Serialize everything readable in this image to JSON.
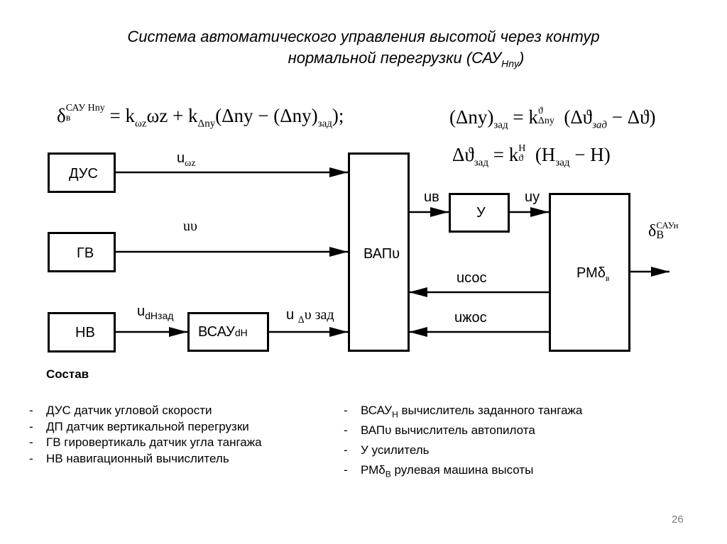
{
  "title": {
    "line1": "Система автоматического управления высотой через контур",
    "line2_main": "нормальной перегрузки (САУ",
    "line2_sub": "Hny",
    "line2_end": ")"
  },
  "formulas": {
    "main": {
      "lhs": "δ",
      "lhs_sub": "в",
      "lhs_sup": "САУ Hny",
      "eq": "=",
      "k1": "k",
      "k1_sub": "ωz",
      "term1": "ωz",
      "plus": "+",
      "k2": "k",
      "k2_sub": "Δny",
      "rest": "(Δny − (Δny)",
      "rest_sub": "зад",
      "end": ");"
    },
    "dny_zad": {
      "lhs": "(Δny)",
      "lhs_sub": "зад",
      "eq": "=",
      "k": "k",
      "k_sup": "ϑ",
      "k_sub": "Δny",
      "rhs_open": "(Δϑ",
      "rhs_sub": "зад",
      "rhs_end": " − Δϑ)"
    },
    "dtheta_zad": {
      "lhs": "Δϑ",
      "lhs_sub": "зад",
      "eq": "=",
      "k": "k",
      "k_sup": "H",
      "k_sub": "ϑ",
      "rhs_open": "(H",
      "rhs_sub": "зад",
      "rhs_end": " − H)"
    }
  },
  "blocks": {
    "dus": "ДУС",
    "gv": "ГВ",
    "nv": "НВ",
    "vsau": "ВСАУ",
    "vsau_sub": "dH",
    "vap": "ВАПυ",
    "u": "У",
    "rm": "РМδ",
    "rm_sub": "в"
  },
  "signals": {
    "u_omega": "u",
    "u_omega_sub": "ωz",
    "u_theta": "uυ",
    "u_dh": "u",
    "u_dh_sub": "dHзад",
    "u_dtheta": "u",
    "u_dtheta_sub": "Δ",
    "u_dtheta_rest": "υ зад",
    "u_v": "uв",
    "u_y": "uу",
    "u_sos": "uсос",
    "u_zhos": "uжос",
    "output": "δ",
    "output_sub": "В",
    "output_sup": "САУн"
  },
  "composition": {
    "heading": "Состав",
    "left": [
      {
        "dash": "-",
        "text": "ДУС датчик угловой скорости"
      },
      {
        "dash": "-",
        "text": "ДП датчик вертикальной перегрузки"
      },
      {
        "dash": "-",
        "text": "ГВ гировертикаль датчик угла тангажа"
      },
      {
        "dash": "-",
        "text": "НВ навигационный вычислитель"
      }
    ],
    "right": [
      {
        "dash": "-",
        "pre": "ВСАУ",
        "sub": "Н",
        "text": " вычислитель заданного тангажа"
      },
      {
        "dash": "-",
        "pre": "ВАПυ",
        "sub": "",
        "text": " вычислитель автопилота"
      },
      {
        "dash": "-",
        "pre": "У",
        "sub": "",
        "text": " усилитель"
      },
      {
        "dash": "-",
        "pre": "РМδ",
        "sub": "В",
        "text": " рулевая машина высоты"
      }
    ]
  },
  "page_number": "26"
}
